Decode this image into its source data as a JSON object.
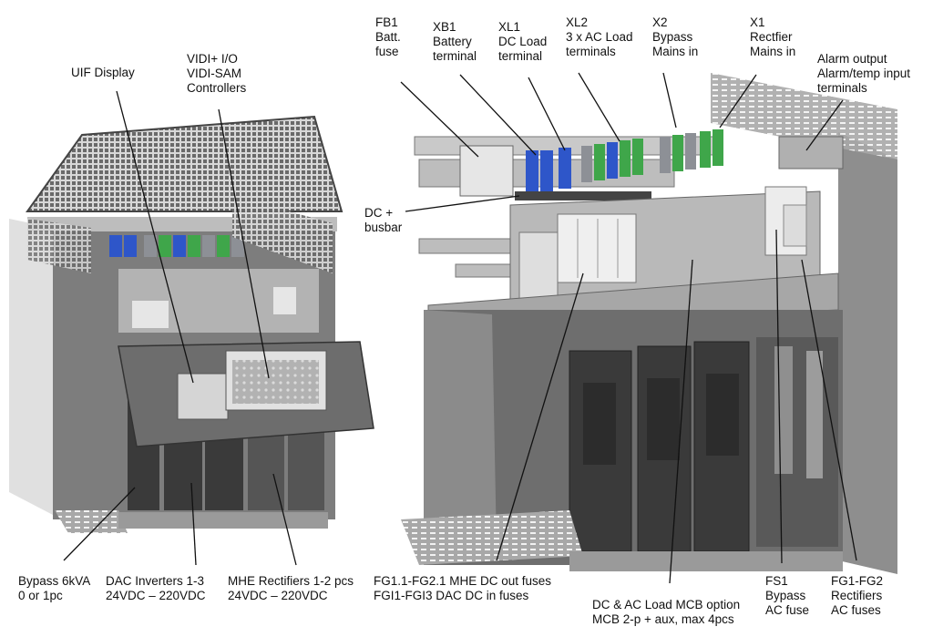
{
  "colors": {
    "line": "#111111",
    "metal": "#9b9b9b",
    "metal_light": "#c9c9c9",
    "metal_dark": "#555555",
    "module": "#3a3a3a",
    "terminal_blue": "#2e56c9",
    "terminal_green": "#3fa64a",
    "terminal_grey": "#8d9096",
    "panel_white": "#e6e6e6"
  },
  "labels": {
    "uif_display": [
      "UIF Display"
    ],
    "vidi": [
      "VIDI+ I/O",
      "VIDI-SAM",
      "Controllers"
    ],
    "fb1": [
      "FB1",
      "Batt.",
      "fuse"
    ],
    "xb1": [
      "XB1",
      "Battery",
      "terminal"
    ],
    "xl1": [
      "XL1",
      "DC Load",
      "terminal"
    ],
    "xl2": [
      "XL2",
      "3 x AC Load",
      "terminals"
    ],
    "x2": [
      "X2",
      "Bypass",
      "Mains in"
    ],
    "x1": [
      "X1",
      "Rectfier",
      "Mains in"
    ],
    "alarm": [
      "Alarm output",
      "Alarm/temp input",
      "terminals"
    ],
    "dc_busbar": [
      "DC +",
      "busbar"
    ],
    "bypass": [
      "Bypass 6kVA",
      "0 or 1pc"
    ],
    "dac_inverters": [
      "DAC Inverters 1-3",
      "24VDC – 220VDC"
    ],
    "mhe_rectifiers": [
      "MHE Rectifiers 1-2 pcs",
      "24VDC – 220VDC"
    ],
    "fg_fuses": [
      "FG1.1-FG2.1 MHE DC out fuses",
      "FGI1-FGI3 DAC DC in fuses"
    ],
    "mcb": [
      "DC & AC Load MCB option",
      "MCB 2-p + aux, max 4pcs"
    ],
    "fs1": [
      "FS1",
      "Bypass",
      "AC fuse"
    ],
    "fg1_fg2": [
      "FG1-FG2",
      "Rectifiers",
      "AC fuses"
    ]
  }
}
